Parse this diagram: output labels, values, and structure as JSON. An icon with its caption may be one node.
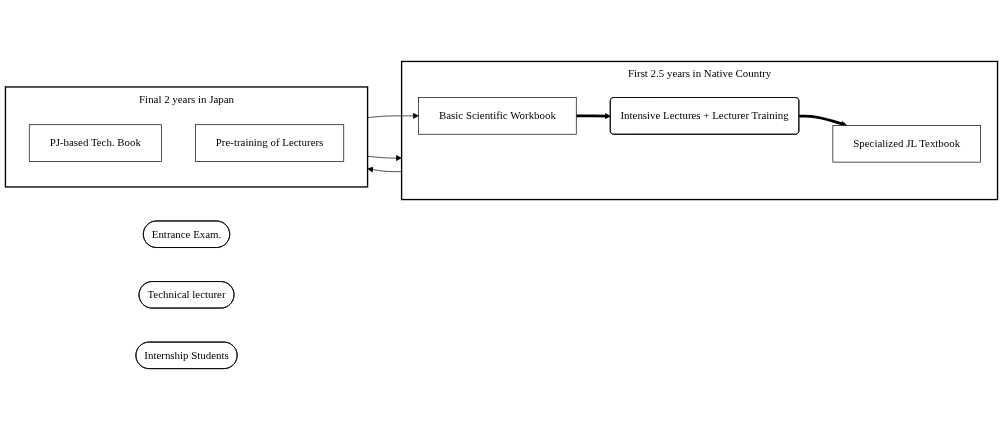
{
  "diagram": {
    "nodes": [
      {
        "text": [
          "First 2.5 years in Native Country"
        ]
      },
      {
        "text": [
          "Specialized JL Textbook"
        ],
        "in": 0
      },
      {
        "text": [
          "Intensive Lectures + Lecturer Training"
        ],
        "in": 0
      },
      {
        "text": [
          "Basic Scientific Workbook"
        ],
        "in": 0
      },
      {
        "text": [
          "Final 2 years in Japan"
        ]
      },
      {
        "text": [
          "PJ-based Tech. Book"
        ],
        "in": 4
      },
      {
        "text": [
          "Pre-training of Lecturers"
        ],
        "in": 4
      },
      {
        "text": [
          "Entrance Exam."
        ]
      },
      {
        "text": [
          "Technical lecturer"
        ]
      },
      {
        "text": [
          "Internship Students"
        ]
      }
    ],
    "edges": [
      {
        "from": 3,
        "to": 2,
        "arrow": "to",
        "style": "thick"
      },
      {
        "from": 2,
        "to": 1,
        "arrow": "to",
        "style": "thick"
      },
      {
        "from": 0,
        "to": 4,
        "arrow": "to"
      },
      {
        "from": 4,
        "to": 0,
        "arrow": "to"
      },
      {
        "from": 4,
        "to": 3,
        "arrow": "to"
      }
    ]
  }
}
